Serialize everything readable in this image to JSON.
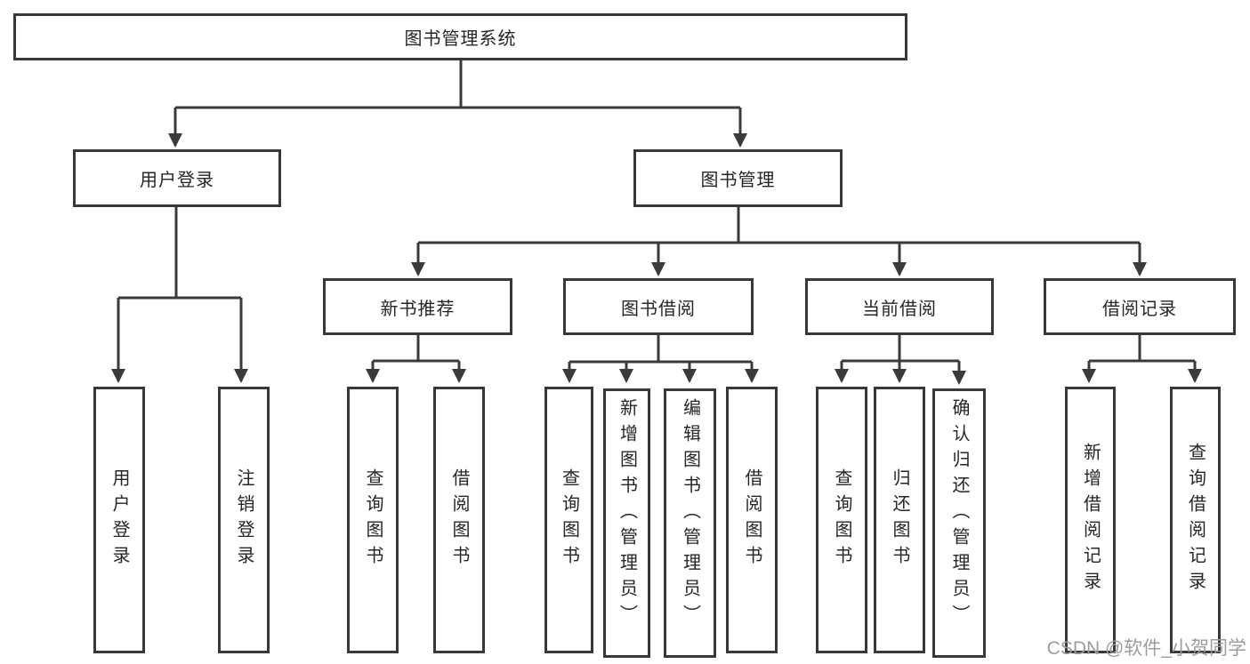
{
  "colors": {
    "line": "#3a3a3a",
    "box_border": "#383838",
    "text": "#262626",
    "watermark": "#9c9c9c",
    "background": "#ffffff"
  },
  "watermark": {
    "text": "CSDN @软件_小贺同学"
  },
  "tree": {
    "root": {
      "label": "图书管理系统",
      "children": [
        {
          "label": "用户登录",
          "children": [
            {
              "label": "用户登录"
            },
            {
              "label": "注销登录"
            }
          ]
        },
        {
          "label": "图书管理",
          "children": [
            {
              "label": "新书推荐",
              "children": [
                {
                  "label": "查询图书"
                },
                {
                  "label": "借阅图书"
                }
              ]
            },
            {
              "label": "图书借阅",
              "children": [
                {
                  "label": "查询图书"
                },
                {
                  "label": "新增图书（管理员）"
                },
                {
                  "label": "编辑图书（管理员）"
                },
                {
                  "label": "借阅图书"
                }
              ]
            },
            {
              "label": "当前借阅",
              "children": [
                {
                  "label": "查询图书"
                },
                {
                  "label": "归还图书"
                },
                {
                  "label": "确认归还（管理员）"
                }
              ]
            },
            {
              "label": "借阅记录",
              "children": [
                {
                  "label": "新增借阅记录"
                },
                {
                  "label": "查询借阅记录"
                }
              ]
            }
          ]
        }
      ]
    }
  }
}
